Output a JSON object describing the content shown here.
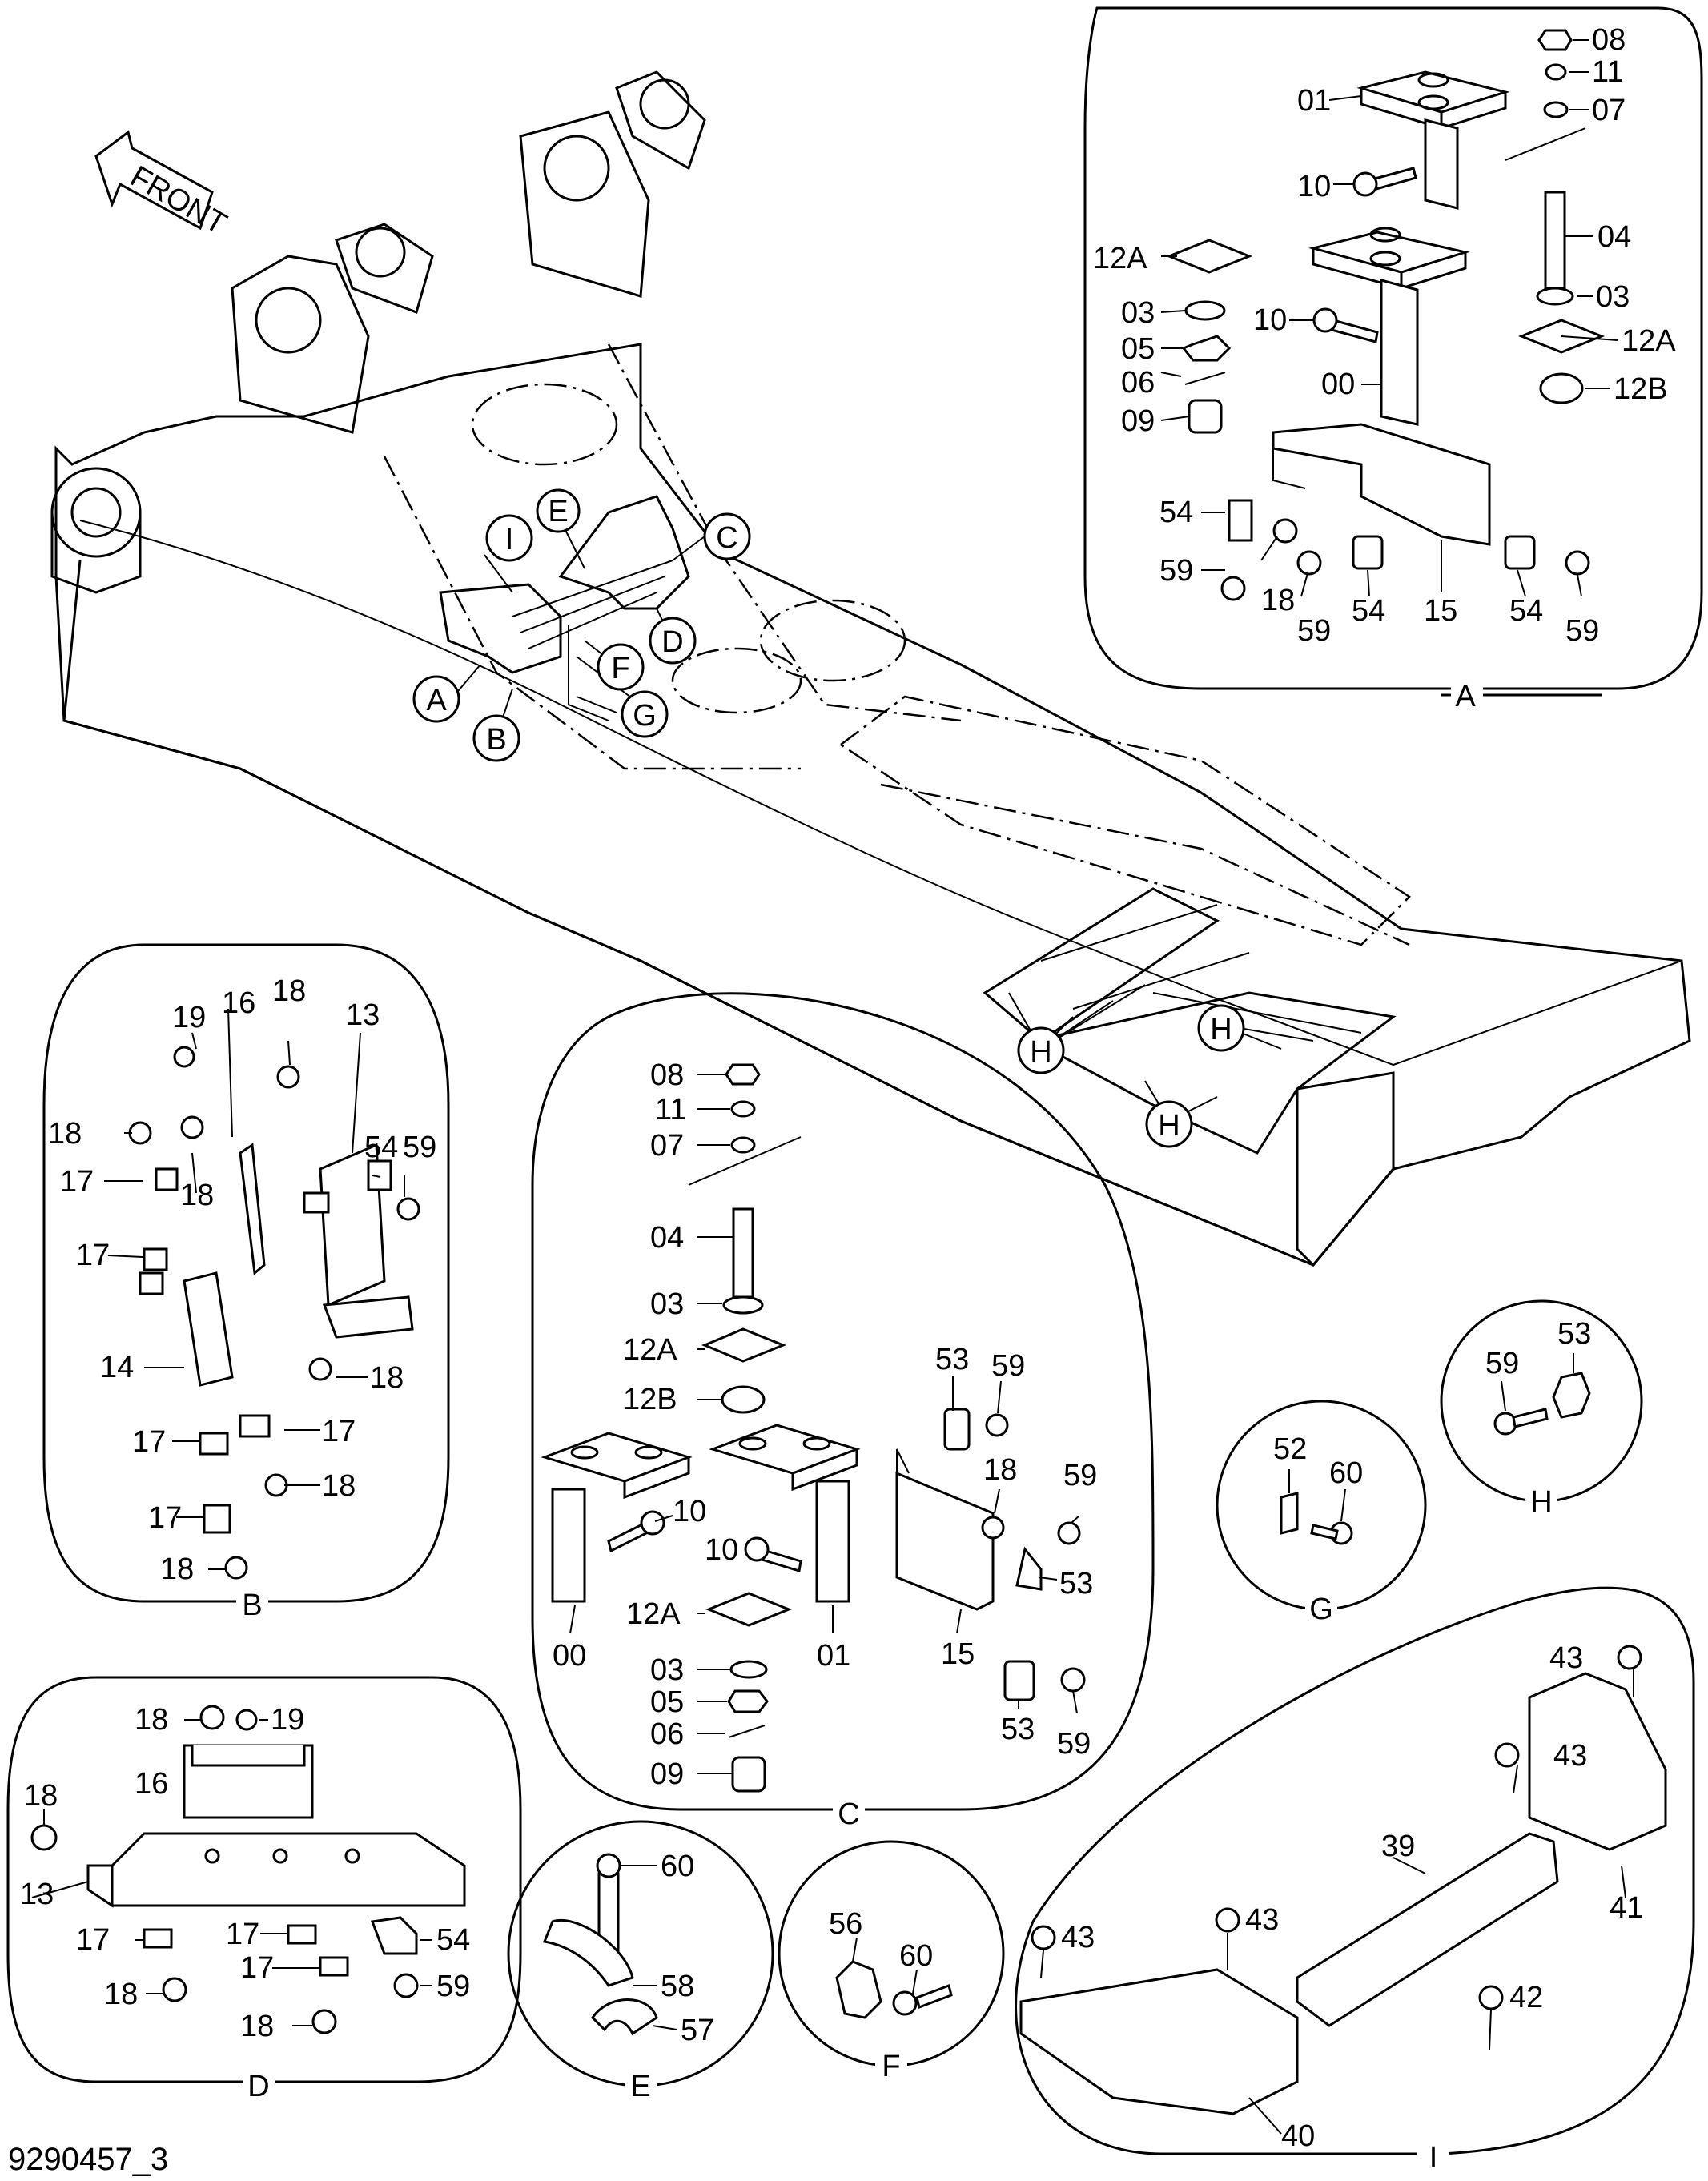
{
  "front_label": "FRONT",
  "doc_id": "9290457_3",
  "callouts": [
    "A",
    "B",
    "C",
    "D",
    "E",
    "F",
    "G",
    "H",
    "I"
  ],
  "groups": {
    "A": {
      "caption": "A",
      "labels": [
        "08",
        "11",
        "07",
        "01",
        "10",
        "04",
        "12A",
        "03",
        "10",
        "12A",
        "03",
        "05",
        "06",
        "00",
        "12B",
        "09",
        "54",
        "59",
        "18",
        "59",
        "54",
        "15",
        "54",
        "59"
      ]
    },
    "B": {
      "caption": "B",
      "labels": [
        "19",
        "16",
        "18",
        "13",
        "18",
        "54",
        "59",
        "17",
        "18",
        "17",
        "14",
        "18",
        "17",
        "17",
        "18",
        "17",
        "18"
      ]
    },
    "C": {
      "caption": "C",
      "labels": [
        "08",
        "11",
        "07",
        "04",
        "03",
        "12A",
        "12B",
        "10",
        "10",
        "00",
        "12A",
        "01",
        "03",
        "05",
        "06",
        "09",
        "53",
        "59",
        "18",
        "59",
        "53",
        "15",
        "53",
        "59"
      ]
    },
    "D": {
      "caption": "D",
      "labels": [
        "18",
        "19",
        "16",
        "18",
        "13",
        "17",
        "17",
        "54",
        "17",
        "18",
        "18",
        "59"
      ]
    },
    "E": {
      "caption": "E",
      "labels": [
        "60",
        "58",
        "57"
      ]
    },
    "F": {
      "caption": "F",
      "labels": [
        "56",
        "60"
      ]
    },
    "G": {
      "caption": "G",
      "labels": [
        "52",
        "60"
      ]
    },
    "H": {
      "caption": "H",
      "labels": [
        "59",
        "53"
      ]
    },
    "I": {
      "caption": "I",
      "labels": [
        "43",
        "43",
        "39",
        "43",
        "43",
        "42",
        "41",
        "40"
      ]
    }
  }
}
